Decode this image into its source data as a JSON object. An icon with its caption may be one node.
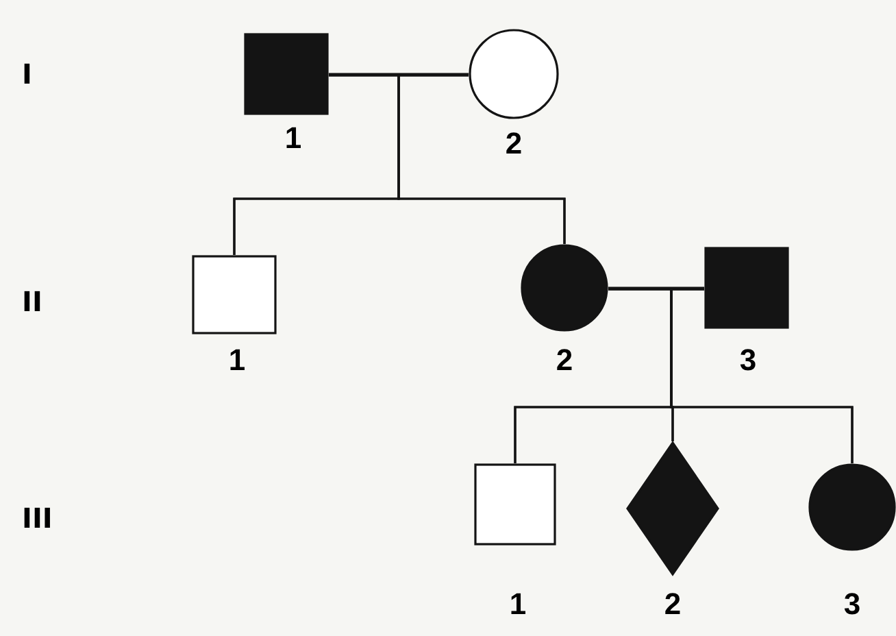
{
  "diagram": {
    "nodes": [
      {
        "text": [],
        "shape": "box",
        "beside": [
          "1"
        ]
      },
      {
        "text": [],
        "shape": "circle",
        "beside": [
          "2"
        ]
      },
      {
        "text": [],
        "shape": "box",
        "beside": [
          "1"
        ]
      },
      {
        "text": [],
        "shape": "circle",
        "beside": [
          "2"
        ]
      },
      {
        "text": [],
        "shape": "box",
        "beside": [
          "3"
        ]
      },
      {
        "text": [],
        "shape": "box",
        "beside": [
          "1"
        ]
      },
      {
        "text": [],
        "shape": "diamond",
        "beside": [
          "2"
        ]
      },
      {
        "text": [],
        "shape": "circle",
        "beside": [
          "3"
        ]
      }
    ],
    "edges": [
      {
        "from": 0,
        "to": 1,
        "arrow": "none"
      },
      {
        "from": 0,
        "to": 2,
        "arrow": "none"
      },
      {
        "from": 1,
        "to": 2,
        "arrow": "none"
      },
      {
        "from": 0,
        "to": 3,
        "arrow": "none"
      },
      {
        "from": 1,
        "to": 3,
        "arrow": "none"
      },
      {
        "from": 3,
        "to": 4,
        "arrow": "none"
      },
      {
        "from": 3,
        "to": 5,
        "arrow": "none"
      },
      {
        "from": 4,
        "to": 5,
        "arrow": "none"
      },
      {
        "from": 3,
        "to": 6,
        "arrow": "none"
      },
      {
        "from": 4,
        "to": 6,
        "arrow": "none"
      },
      {
        "from": 3,
        "to": 7,
        "arrow": "none"
      },
      {
        "from": 4,
        "to": 7,
        "arrow": "none"
      }
    ],
    "labels": [
      "I",
      "II",
      "III"
    ]
  }
}
